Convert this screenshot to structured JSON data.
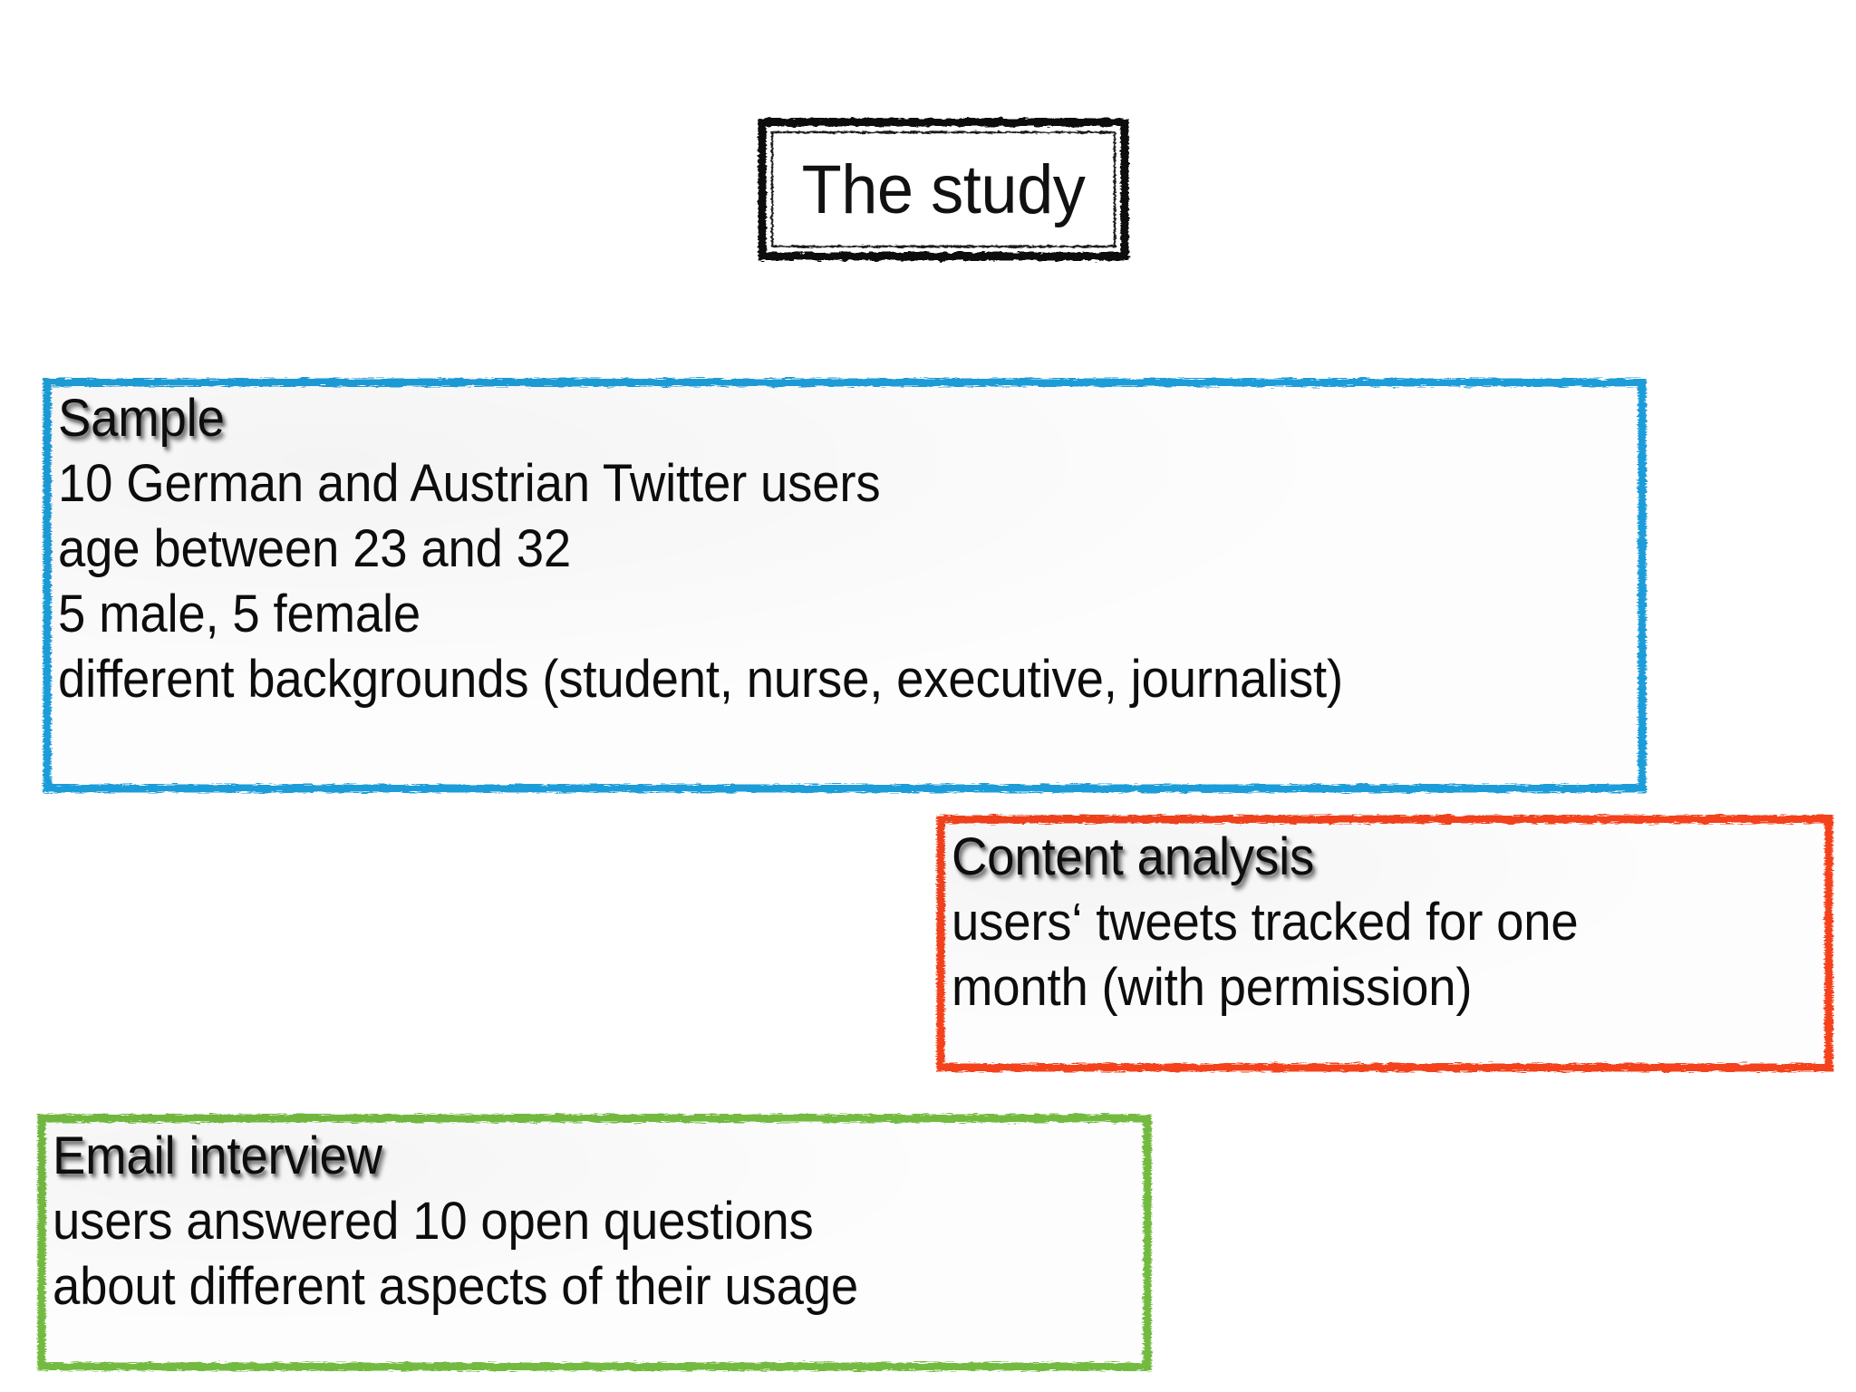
{
  "slide": {
    "background_color": "#ffffff",
    "title": "The study",
    "title_frame_color": "#111111"
  },
  "cards": [
    {
      "id": "sample",
      "heading": "Sample",
      "border_color": "#1b9dd9",
      "lines": [
        "10 German and Austrian Twitter users",
        "age between 23 and 32",
        "5 male, 5 female",
        "different backgrounds (student, nurse, executive, journalist)"
      ]
    },
    {
      "id": "content-analysis",
      "heading": "Content analysis",
      "border_color": "#f4431a",
      "lines": [
        "users‘ tweets tracked for one",
        "month (with permission)"
      ]
    },
    {
      "id": "email-interview",
      "heading": "Email interview",
      "border_color": "#73bb3f",
      "lines": [
        "users answered 10 open questions",
        "about different aspects of their usage"
      ]
    }
  ]
}
